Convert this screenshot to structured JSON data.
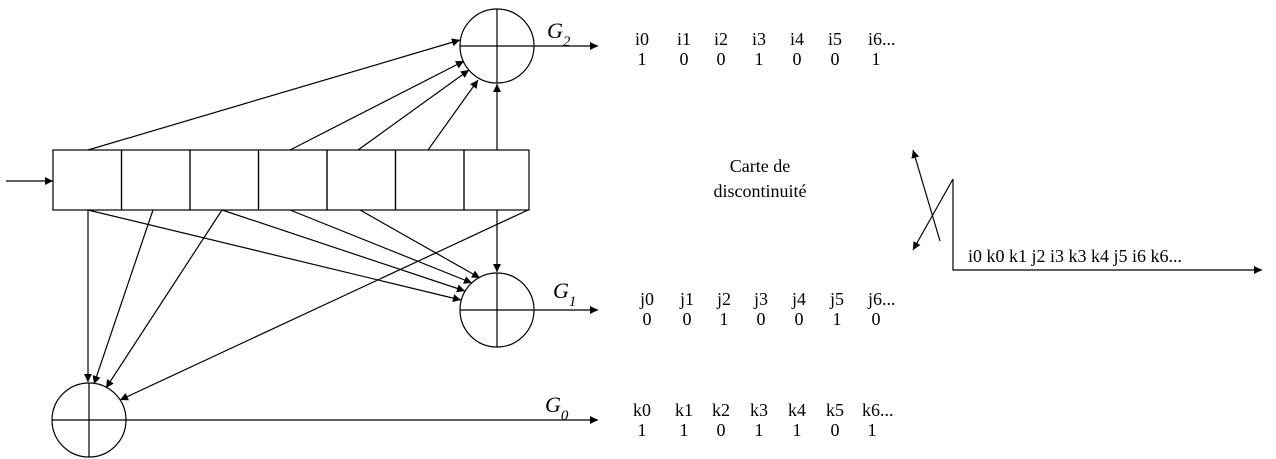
{
  "generators": {
    "g2": {
      "symbol": "G",
      "subscript": "2"
    },
    "g1": {
      "symbol": "G",
      "subscript": "1"
    },
    "g0": {
      "symbol": "G",
      "subscript": "0"
    }
  },
  "sequences": {
    "i": {
      "labels": [
        "i0",
        "i1",
        "i2",
        "i3",
        "i4",
        "i5",
        "i6..."
      ],
      "bits": [
        "1",
        "0",
        "0",
        "1",
        "0",
        "0",
        "1"
      ]
    },
    "j": {
      "labels": [
        "j0",
        "j1",
        "j2",
        "j3",
        "j4",
        "j5",
        "j6..."
      ],
      "bits": [
        "0",
        "0",
        "1",
        "0",
        "0",
        "1",
        "0"
      ]
    },
    "k": {
      "labels": [
        "k0",
        "k1",
        "k2",
        "k3",
        "k4",
        "k5",
        "k6..."
      ],
      "bits": [
        "1",
        "1",
        "0",
        "1",
        "1",
        "0",
        "1"
      ]
    }
  },
  "caption": {
    "line1": "Carte de",
    "line2": "discontinuité"
  },
  "output_sequence": "i0 k0 k1 j2 i3 k3 k4 j5 i6 k6..."
}
